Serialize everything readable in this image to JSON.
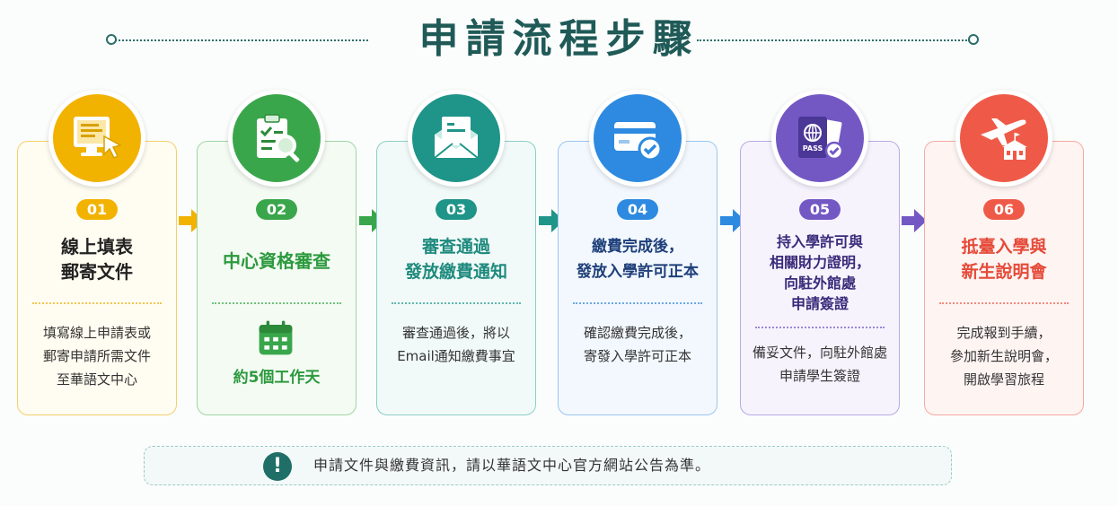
{
  "title": "申請流程步驟",
  "colors": {
    "title": "#1f5a57",
    "step1": "#f2b200",
    "step2": "#3aa64b",
    "step3": "#1f9488",
    "step4": "#2d8ae0",
    "step5": "#7358c4",
    "step6": "#ef5a48"
  },
  "steps": [
    {
      "number": "01",
      "title_lines": [
        "線上填表",
        "郵寄文件"
      ],
      "desc_lines": [
        "填寫線上申請表或",
        "郵寄申請所需文件",
        "至華語文中心"
      ],
      "icon": "computer-form-icon"
    },
    {
      "number": "02",
      "title_lines": [
        "中心資格審查"
      ],
      "duration": "約5個工作天",
      "icon": "clipboard-search-icon",
      "duration_icon": "calendar-icon"
    },
    {
      "number": "03",
      "title_lines": [
        "審查通過",
        "發放繳費通知"
      ],
      "desc_lines": [
        "審查通過後，將以",
        "Email通知繳費事宜"
      ],
      "icon": "envelope-letter-icon"
    },
    {
      "number": "04",
      "title_lines": [
        "繳費完成後，",
        "發放入學許可正本"
      ],
      "desc_lines": [
        "確認繳費完成後，",
        "寄發入學許可正本"
      ],
      "icon": "credit-card-check-icon"
    },
    {
      "number": "05",
      "title_lines": [
        "持入學許可與",
        "相關財力證明，",
        "向駐外館處",
        "申請簽證"
      ],
      "desc_lines": [
        "備妥文件，向駐外館處",
        "申請學生簽證"
      ],
      "icon": "passport-icon",
      "passport_text": "PASS"
    },
    {
      "number": "06",
      "title_lines": [
        "抵臺入學與",
        "新生說明會"
      ],
      "desc_lines": [
        "完成報到手續，",
        "參加新生說明會，",
        "開啟學習旅程"
      ],
      "icon": "airplane-school-icon"
    }
  ],
  "note": {
    "icon_text": "!",
    "text": "申請文件與繳費資訊，請以華語文中心官方網站公告為準。"
  }
}
